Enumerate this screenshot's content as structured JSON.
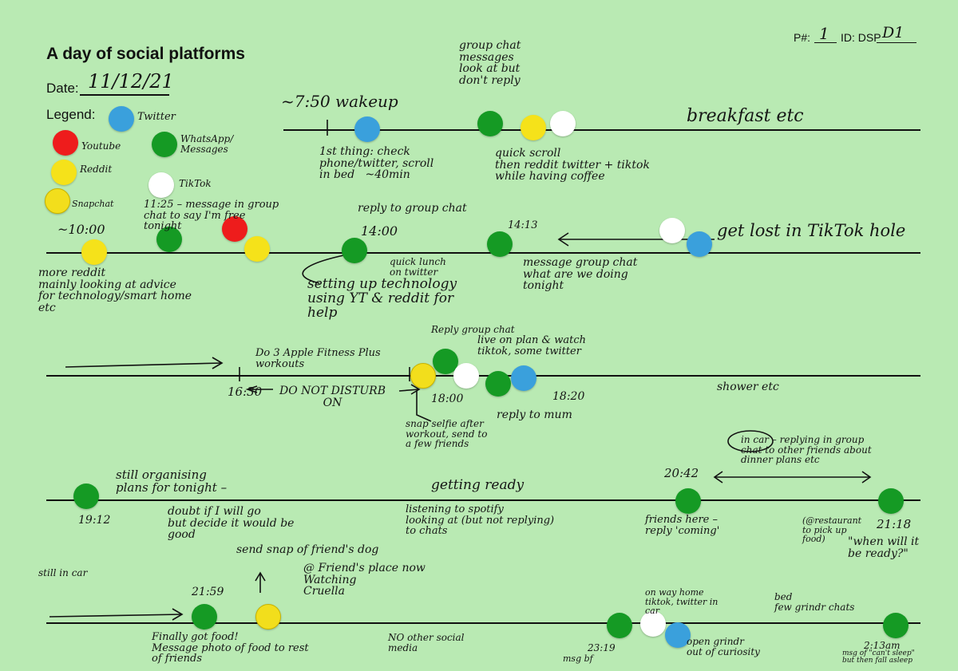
{
  "header": {
    "title": "A day of social platforms",
    "date_label": "Date:",
    "date_value": "11/12/21",
    "pid_label": "P#:",
    "pid_value": "1",
    "id_label": "ID: DSP",
    "id_value": "D1",
    "legend_label": "Legend:"
  },
  "legend": [
    {
      "platform": "twitter",
      "label": "Twitter"
    },
    {
      "platform": "youtube",
      "label": "Youtube"
    },
    {
      "platform": "whatsapp",
      "label": "WhatsApp/\nMessages"
    },
    {
      "platform": "reddit",
      "label": "Reddit"
    },
    {
      "platform": "tiktok",
      "label": "TikTok"
    },
    {
      "platform": "snapchat",
      "label": "Snapchat"
    }
  ],
  "colors": {
    "twitter": "#3aa0dc",
    "youtube": "#ee1c1c",
    "whatsapp": "#159a24",
    "reddit": "#f5e21a",
    "tiktok": "#ffffff",
    "snapchat": "#f2de1c",
    "paper": "#b9eab3"
  },
  "notes": {
    "n1_wakeup": "~7:50 wakeup",
    "n1_group": "group chat\nmessages\nlook at but\ndon't reply",
    "n1_breakfast": "breakfast etc",
    "n1_check": "1st thing: check\nphone/twitter, scroll\nin bed   ~40min",
    "n1_scroll": "quick scroll\nthen reddit twitter + tiktok\nwhile having coffee",
    "n2_msg": "11:25 – message in group\nchat to say I'm free\ntonight",
    "n2_reply": "reply to group chat",
    "n2_time1": "14:00",
    "n2_time2": "14:13",
    "n2_tiktok": "get lost in TikTok hole",
    "n2_start": "~10:00",
    "n2_reddit": "more reddit\nmainly looking at advice\nfor technology/smart home\netc",
    "n2_lunch": "quick lunch\non twitter",
    "n2_setup": "setting up technology\nusing YT & reddit for\nhelp",
    "n2_plans": "message group chat\nwhat are we doing\ntonight",
    "n3_workouts": "Do 3 Apple Fitness Plus\nworkouts",
    "n3_time1": "16:30",
    "n3_dnd": "DO NOT DISTURB\nON",
    "n3_replygroup": "Reply group chat",
    "n3_live": "live on plan & watch\ntiktok, some twitter",
    "n3_time2": "18:00",
    "n3_time3": "18:20",
    "n3_mum": "reply to mum",
    "n3_snap": "snap selfie after\nworkout, send to\na few friends",
    "n3_shower": "shower etc",
    "n4_organise": "still organising\nplans for tonight –",
    "n4_time1": "19:12",
    "n4_doubt": "doubt if I will go\nbut decide it would be\ngood",
    "n4_ready": "getting ready",
    "n4_listening": "listening to spotify\nlooking at (but not replying)\nto chats",
    "n4_car": "in car – replying in group\nchat to other friends about\ndinner plans etc",
    "n4_time2": "20:42",
    "n4_friends": "friends here –\nreply 'coming'",
    "n4_time3": "21:18",
    "n4_restaurant": "(@restaurant\nto pick up\nfood)",
    "n4_when": "\"when will it\nbe ready?\"",
    "n5_stillcar": "still in car",
    "n5_time1": "21:59",
    "n5_dog": "send snap of friend's dog",
    "n5_place": "@ Friend's place now\nWatching\nCruella",
    "n5_food": "Finally got food!\nMessage photo of food to rest\nof friends",
    "n5_nosocial": "NO other social\nmedia",
    "n5_way": "on way home\ntiktok, twitter in\ncar",
    "n5_msg": "msg bf",
    "n5_time2": "23:19",
    "n5_grindr": "open grindr\nout of curiosity",
    "n5_bed": "bed\nfew grindr chats",
    "n5_time3": "2:13am",
    "n5_msgof": "msg of \"can't sleep\"\nbut then fall asleep"
  }
}
